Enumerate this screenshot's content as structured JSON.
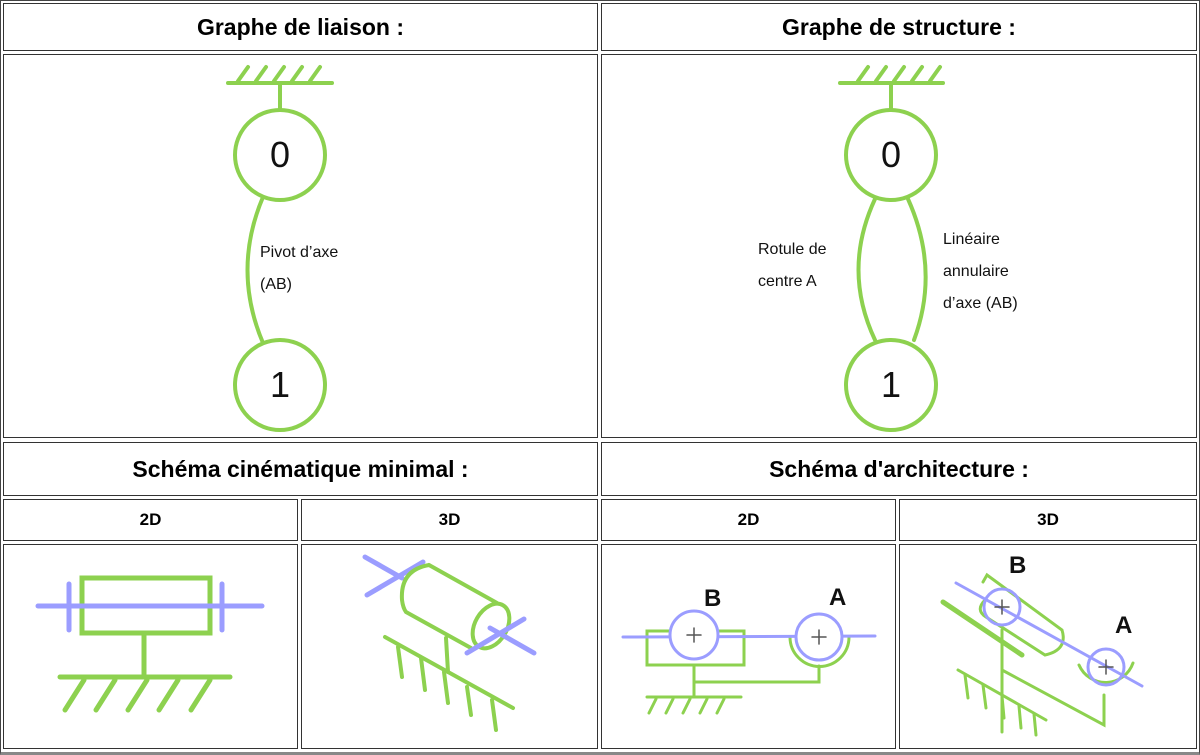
{
  "headers": {
    "liaison": "Graphe de liaison :",
    "structure": "Graphe de structure :",
    "cinematique": "Schéma cinématique minimal :",
    "architecture": "Schéma d'architecture :"
  },
  "subheaders": [
    "2D",
    "3D",
    "2D",
    "3D"
  ],
  "graphe_liaison": {
    "class0": "0",
    "class1": "1",
    "link_line1": "Pivot d’axe",
    "link_line2": "(AB)"
  },
  "graphe_structure": {
    "class0": "0",
    "class1": "1",
    "left_line1": "Rotule de",
    "left_line2": "centre A",
    "right_line1": "Linéaire",
    "right_line2": "annulaire",
    "right_line3": "d’axe (AB)"
  },
  "architecture_points": {
    "a": "A",
    "b": "B"
  },
  "colors": {
    "solid": "#8dd14f",
    "axis": "#9b9dff",
    "border": "#333333"
  }
}
